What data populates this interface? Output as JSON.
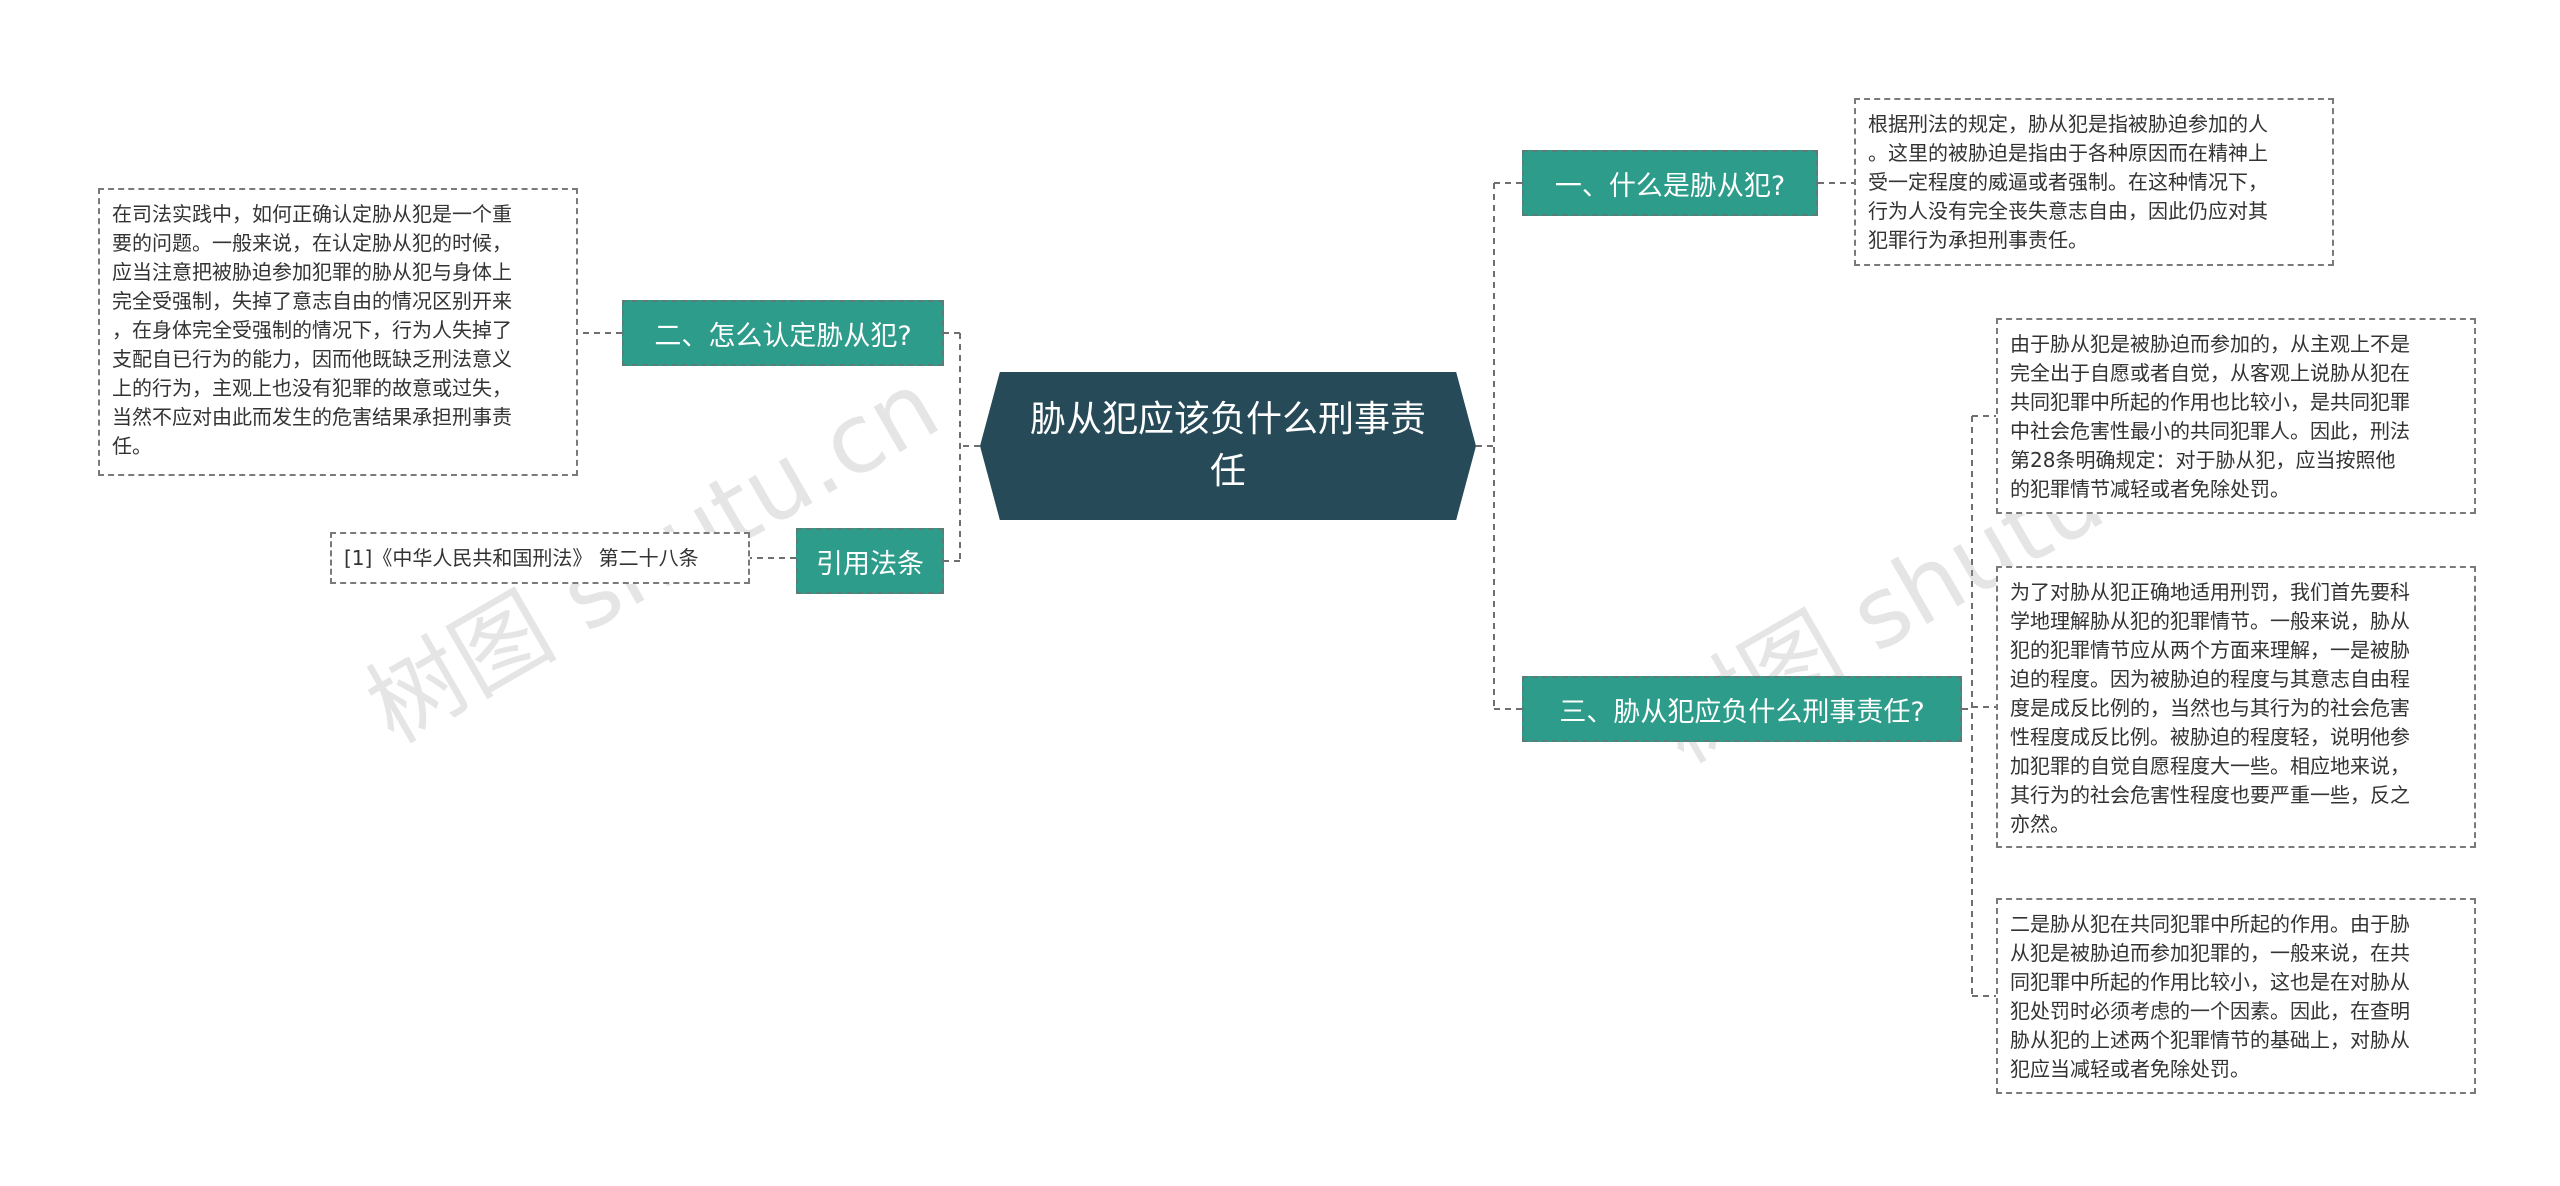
{
  "central": "胁从犯应该负什么刑事责任",
  "branches": {
    "b1": "一、什么是胁从犯?",
    "b2": "二、怎么认定胁从犯?",
    "b3": "三、胁从犯应负什么刑事责任?",
    "b4": "引用法条"
  },
  "leaves": {
    "l1": [
      "根据刑法的规定，胁从犯是指被胁迫参加的人",
      "。这里的被胁迫是指由于各种原因而在精神上",
      "受一定程度的威逼或者强制。在这种情况下，",
      "行为人没有完全丧失意志自由，因此仍应对其",
      "犯罪行为承担刑事责任。"
    ],
    "l2": [
      "在司法实践中，如何正确认定胁从犯是一个重",
      "要的问题。一般来说，在认定胁从犯的时候，",
      "应当注意把被胁迫参加犯罪的胁从犯与身体上",
      "完全受强制，失掉了意志自由的情况区别开来",
      "，在身体完全受强制的情况下，行为人失掉了",
      "支配自已行为的能力，因而他既缺乏刑法意义",
      "上的行为，主观上也没有犯罪的故意或过失，",
      "当然不应对由此而发生的危害结果承担刑事责",
      "任。"
    ],
    "l3a": [
      "由于胁从犯是被胁迫而参加的，从主观上不是",
      "完全出于自愿或者自觉，从客观上说胁从犯在",
      "共同犯罪中所起的作用也比较小，是共同犯罪",
      "中社会危害性最小的共同犯罪人。因此，刑法",
      "第28条明确规定：对于胁从犯，应当按照他",
      "的犯罪情节减轻或者免除处罚。"
    ],
    "l3b": [
      "为了对胁从犯正确地适用刑罚，我们首先要科",
      "学地理解胁从犯的犯罪情节。一般来说，胁从",
      "犯的犯罪情节应从两个方面来理解，一是被胁",
      "迫的程度。因为被胁迫的程度与其意志自由程",
      "度是成反比例的，当然也与其行为的社会危害",
      "性程度成反比例。被胁迫的程度轻，说明他参",
      "加犯罪的自觉自愿程度大一些。相应地来说，",
      "其行为的社会危害性程度也要严重一些，反之",
      "亦然。"
    ],
    "l3c": [
      "二是胁从犯在共同犯罪中所起的作用。由于胁",
      "从犯是被胁迫而参加犯罪的，一般来说，在共",
      "同犯罪中所起的作用比较小，这也是在对胁从",
      "犯处罚时必须考虑的一个因素。因此，在查明",
      "胁从犯的上述两个犯罪情节的基础上，对胁从",
      "犯应当减轻或者免除处罚。"
    ],
    "l4": [
      "[1]《中华人民共和国刑法》 第二十八条"
    ]
  },
  "watermarks": [
    "树图 shutu.cn",
    "树图 shutu.cn"
  ],
  "colors": {
    "central_bg": "#264a58",
    "branch_bg": "#2e9c8a",
    "connector": "#264a58"
  }
}
